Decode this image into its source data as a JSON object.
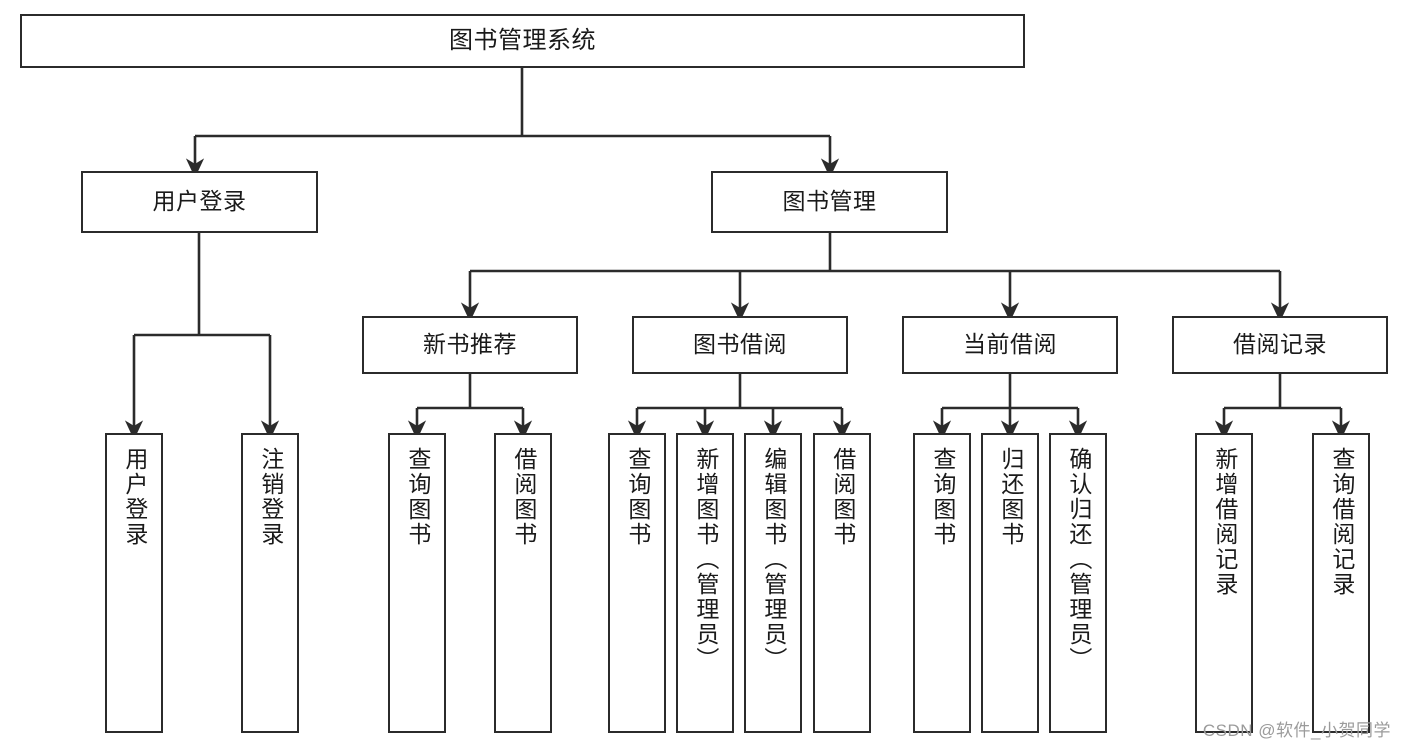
{
  "diagram": {
    "title": "图书管理系统",
    "type": "tree-hierarchy",
    "stroke_color": "#2b2b2b",
    "fill_color": "#ffffff",
    "text_color": "#1a1a1a"
  },
  "watermark": {
    "text": "CSDN @软件_小贺同学",
    "color": "#9b9b9b"
  },
  "nodes": {
    "root": {
      "label": "图书管理系统"
    },
    "level1": [
      {
        "label": "用户登录"
      },
      {
        "label": "图书管理"
      }
    ],
    "level2": [
      {
        "label": "新书推荐"
      },
      {
        "label": "图书借阅"
      },
      {
        "label": "当前借阅"
      },
      {
        "label": "借阅记录"
      }
    ],
    "leaves": {
      "user_login": [
        {
          "label": "用户登录"
        },
        {
          "label": "注销登录"
        }
      ],
      "new_book_recommend": [
        {
          "label": "查询图书"
        },
        {
          "label": "借阅图书"
        }
      ],
      "book_borrow": [
        {
          "label": "查询图书"
        },
        {
          "label": "新增图书（管理员）"
        },
        {
          "label": "编辑图书（管理员）"
        },
        {
          "label": "借阅图书"
        }
      ],
      "current_borrow": [
        {
          "label": "查询图书"
        },
        {
          "label": "归还图书"
        },
        {
          "label": "确认归还（管理员）"
        }
      ],
      "borrow_records": [
        {
          "label": "新增借阅记录"
        },
        {
          "label": "查询借阅记录"
        }
      ]
    }
  }
}
